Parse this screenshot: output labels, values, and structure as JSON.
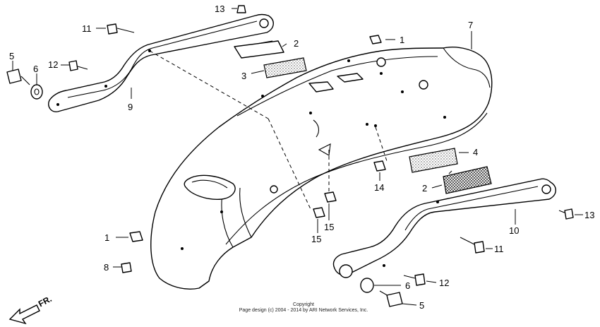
{
  "diagram": {
    "callouts": [
      "1",
      "2",
      "3",
      "4",
      "5",
      "6",
      "7",
      "8",
      "9",
      "10",
      "11",
      "12",
      "13",
      "14",
      "15"
    ],
    "direction_label": "FR.",
    "copyright_line1": "Copyright",
    "copyright_line2": "Page design (c) 2004 - 2014 by ARI Network Services, Inc."
  }
}
